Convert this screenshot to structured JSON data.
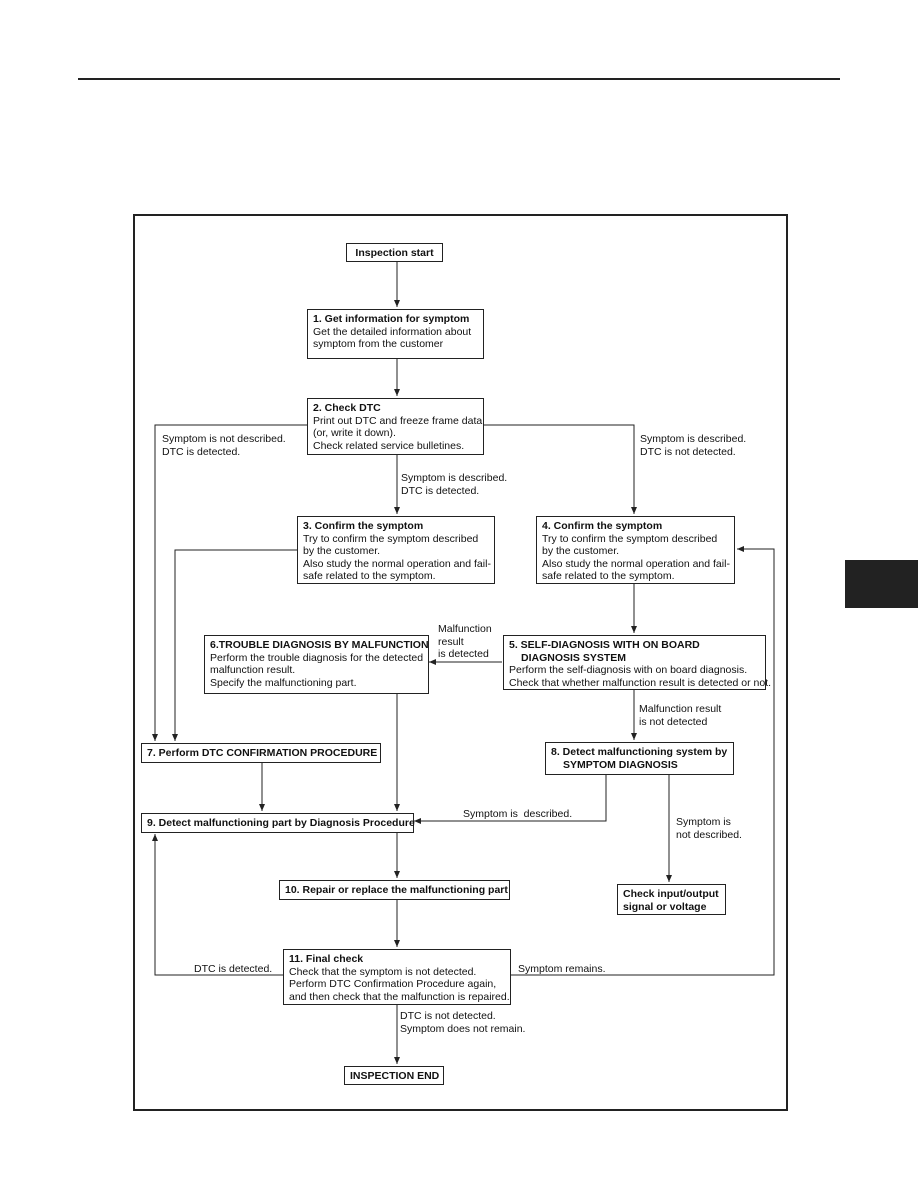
{
  "nodes": {
    "start": {
      "title": "Inspection start"
    },
    "step1": {
      "title": "1. Get information for symptom",
      "desc": "Get the detailed information about\nsymptom from the customer"
    },
    "step2": {
      "title": "2. Check DTC",
      "desc": "Print out DTC and freeze frame data\n(or, write it down).\nCheck related service bulletines."
    },
    "step3": {
      "title": "3. Confirm the symptom",
      "desc": "Try to confirm the symptom described\nby the customer.\nAlso study the normal operation and fail-\nsafe related to the symptom."
    },
    "step4": {
      "title": "4. Confirm the symptom",
      "desc": "Try to confirm the symptom described\nby the customer.\nAlso study the normal operation and fail-\nsafe related to the symptom."
    },
    "step5": {
      "title": "5. SELF-DIAGNOSIS WITH ON BOARD",
      "title2": "DIAGNOSIS SYSTEM",
      "desc": "Perform the self-diagnosis with on board diagnosis.\nCheck that whether malfunction result is detected or not."
    },
    "step6": {
      "title": "6.TROUBLE DIAGNOSIS BY MALFUNCTION",
      "desc": "Perform the trouble diagnosis for the detected\nmalfunction result.\nSpecify the malfunctioning part."
    },
    "step7": {
      "title": "7. Perform DTC CONFIRMATION PROCEDURE"
    },
    "step8": {
      "title": "8. Detect malfunctioning system by",
      "title2": "SYMPTOM DIAGNOSIS"
    },
    "step9": {
      "title": "9. Detect malfunctioning part by Diagnosis Procedure"
    },
    "step10": {
      "title": "10. Repair or replace the malfunctioning part"
    },
    "step11": {
      "title": "11. Final check",
      "desc": "Check that the symptom is not detected.\nPerform DTC Confirmation Procedure again,\nand then check that the malfunction is repaired."
    },
    "check_io": {
      "title": "Check input/output\nsignal or voltage"
    },
    "end": {
      "title": "INSPECTION END"
    }
  },
  "edge_labels": {
    "not_described_dtc_detected": "Symptom is not described.\nDTC is detected.",
    "described_dtc_not_detected": "Symptom is described.\nDTC is not detected.",
    "described_dtc_detected": "Symptom is described.\nDTC is detected.",
    "malfunction_detected": "Malfunction\nresult\nis detected",
    "malfunction_not_detected": "Malfunction result\nis not detected",
    "symptom_described": "Symptom is  described.",
    "symptom_not_described": "Symptom is\nnot described.",
    "dtc_detected": "DTC is detected.",
    "symptom_remains": "Symptom remains.",
    "dtc_not_detected_end": "DTC is not detected.\nSymptom does not remain."
  }
}
